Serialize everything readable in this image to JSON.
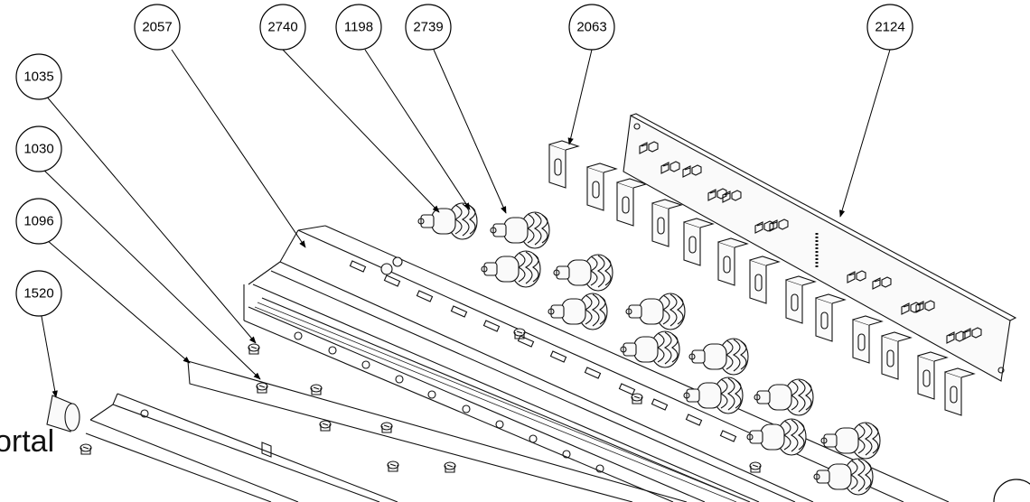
{
  "balloons": [
    "2057",
    "2740",
    "1198",
    "2739",
    "2063",
    "2124",
    "1035",
    "1030",
    "1096",
    "1520"
  ],
  "overlay_text": "ortal"
}
